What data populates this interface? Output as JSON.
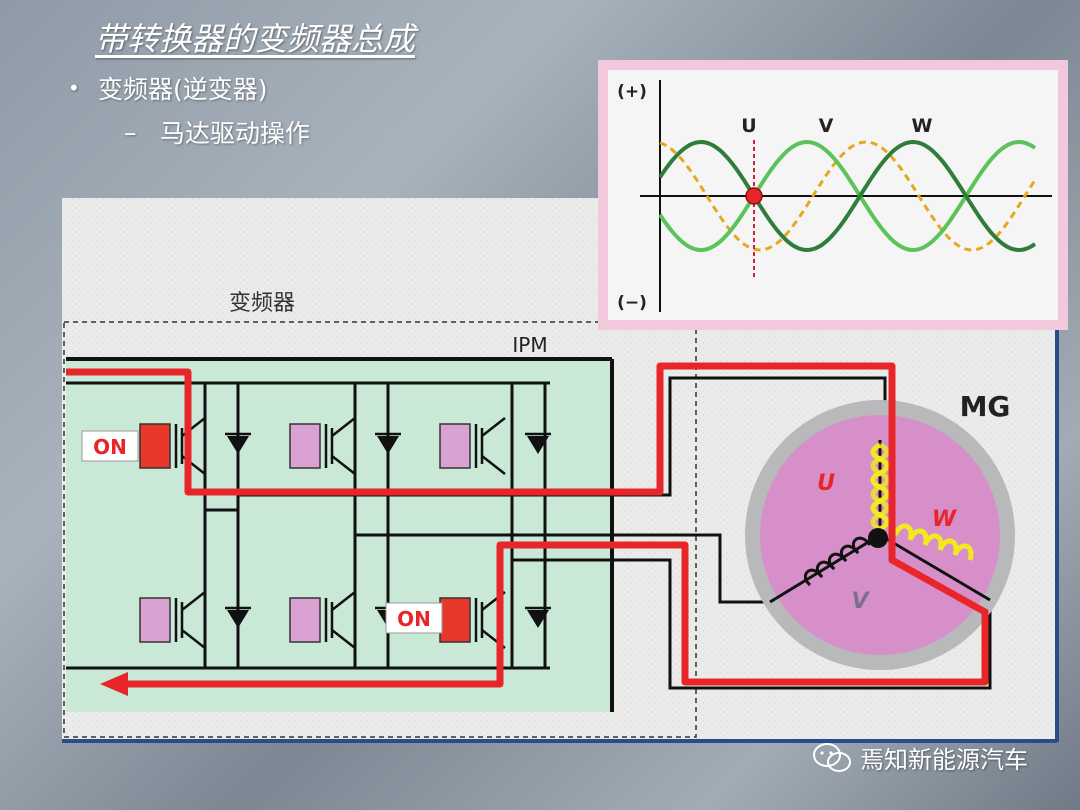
{
  "title": "带转换器的变频器总成",
  "bullets": {
    "level1": "变频器(逆变器)",
    "level2": "马达驱动操作"
  },
  "diagram": {
    "inverter_label": "变频器",
    "ipm_label": "IPM",
    "mg_label": "MG",
    "on_label_top": "ON",
    "on_label_bottom": "ON",
    "coil_labels": {
      "u": "U",
      "v": "V",
      "w": "W"
    }
  },
  "waveform": {
    "plus_label": "(+)",
    "minus_label": "(−)",
    "phase_labels": [
      "U",
      "V",
      "W"
    ]
  },
  "watermark": "焉知新能源汽车",
  "colors": {
    "current_path": "#e8262a",
    "ipm_fill": "#c9e8d6",
    "motor_fill": "#d68fc8",
    "coil": "#f2ea1e",
    "wave_dark": "#2f7d3a",
    "wave_light": "#5cc35a",
    "wave_dashed": "#e6a91d"
  }
}
